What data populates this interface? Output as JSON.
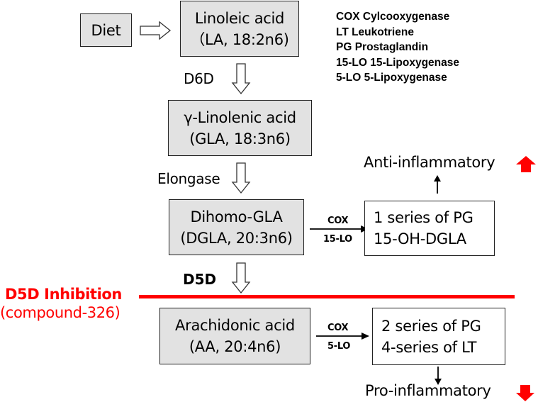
{
  "diagram": {
    "title": "Omega-6 fatty acid metabolic pathway and D5D inhibition",
    "nodes": {
      "diet": {
        "label": "Diet"
      },
      "la": {
        "line1": "Linoleic acid",
        "line2": "（LA, 18:2n6)"
      },
      "gla": {
        "line1": "γ-Linolenic acid",
        "line2": "(GLA, 18:3n6)"
      },
      "dgla": {
        "line1": "Dihomo-GLA",
        "line2": "(DGLA, 20:3n6)"
      },
      "aa": {
        "line1": "Arachidonic acid",
        "line2": "(AA, 20:4n6)"
      },
      "pg1": {
        "line1": "1 series of PG",
        "line2": "15-OH-DGLA"
      },
      "pg2": {
        "line1": "2 series of PG",
        "line2": "4-series of LT"
      }
    },
    "enzymes": {
      "d6d": "D6D",
      "elongase": "Elongase",
      "d5d": "D5D",
      "dgla_top": "COX",
      "dgla_bottom": "15-LO",
      "aa_top": "COX",
      "aa_bottom": "5-LO"
    },
    "outcomes": {
      "anti": {
        "label": "Anti-inflammatory",
        "direction": "up"
      },
      "pro": {
        "label": "Pro-inflammatory",
        "direction": "down"
      }
    },
    "inhibition": {
      "title": "D5D Inhibition",
      "compound": "(compound-326)"
    },
    "legend": [
      "COX Cylcooxygenase",
      "LT Leukotriene",
      "PG Prostaglandin",
      "15-LO 15-Lipoxygenase",
      "5-LO 5-Lipoxygenase"
    ],
    "colors": {
      "inhibition": "#ff0000",
      "box_fill": "#e2e2e2",
      "outcome_arrow": "#ff0000"
    }
  }
}
